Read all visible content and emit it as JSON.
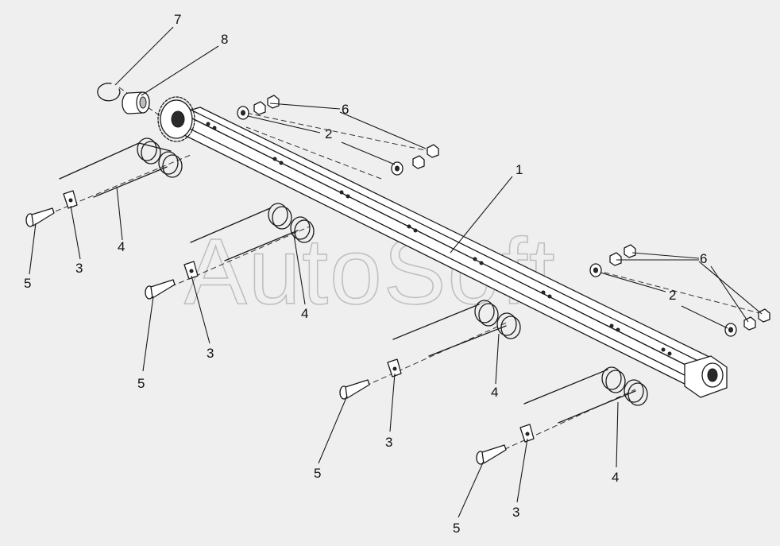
{
  "watermark": "AutoSoft",
  "callouts": {
    "c1": "1",
    "c2a": "2",
    "c2b": "2",
    "c3a": "3",
    "c3b": "3",
    "c3c": "3",
    "c3d": "3",
    "c4a": "4",
    "c4b": "4",
    "c4c": "4",
    "c4d": "4",
    "c5a": "5",
    "c5b": "5",
    "c5c": "5",
    "c5d": "5",
    "c6a": "6",
    "c6b": "6",
    "c7": "7",
    "c8": "8"
  }
}
